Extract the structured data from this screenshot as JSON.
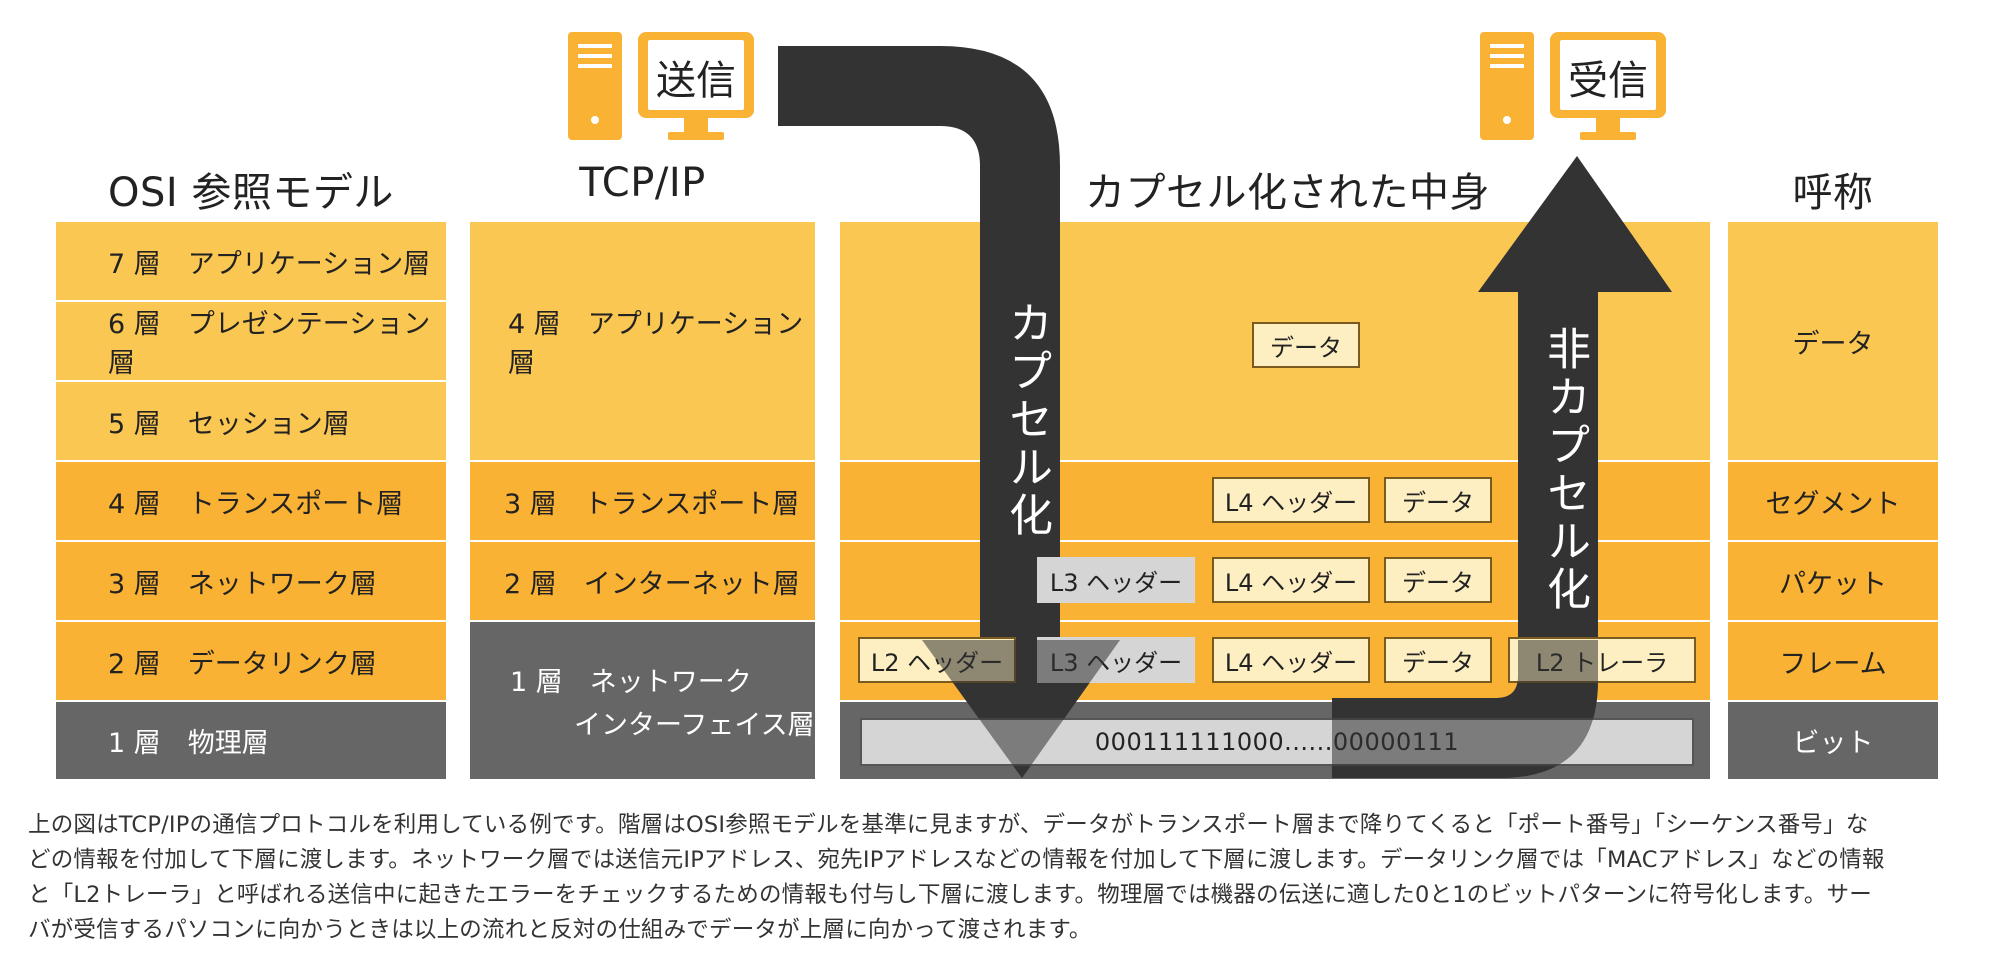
{
  "devices": {
    "send_label": "送信",
    "receive_label": "受信"
  },
  "columns": {
    "osi_title": "OSI 参照モデル",
    "tcp_title": "TCP/IP",
    "capsule_title": "カプセル化された中身",
    "name_title": "呼称"
  },
  "osi_layers": [
    "7 層　アプリケーション層",
    "6 層　プレゼンテーション層",
    "5 層　セッション層",
    "4 層　トランスポート層",
    "3 層　ネットワーク層",
    "2 層　データリンク層",
    "1 層　物理層"
  ],
  "tcp_layers": {
    "l4": "4 層　アプリケーション層",
    "l3": "3 層　トランスポート層",
    "l2": "2 層　インターネット層",
    "l1_line1": "1 層　ネットワーク",
    "l1_line2": "インターフェイス層"
  },
  "capsule": {
    "data": "データ",
    "l4_header": "L4 ヘッダー",
    "l3_header": "L3 ヘッダー",
    "l2_header": "L2 ヘッダー",
    "l2_trailer": "L2 トレーラ",
    "bits": "000111111000......00000111"
  },
  "arrows": {
    "encapsulation": "カプセル化",
    "decapsulation": "非カプセル化"
  },
  "names": [
    "データ",
    "セグメント",
    "パケット",
    "フレーム",
    "ビット"
  ],
  "caption": [
    "上の図はTCP/IPの通信プロトコルを利用している例です。階層はOSI参照モデルを基準に見ますが、データがトランスポート層まで降りてくると「ポート番号」「シーケンス番号」な",
    "どの情報を付加して下層に渡します。ネットワーク層では送信元IPアドレス、宛先IPアドレスなどの情報を付加して下層に渡します。データリンク層では「MACアドレス」などの情報",
    "と「L2トレーラ」と呼ばれる送信中に起きたエラーをチェックするための情報も付与し下層に渡します。物理層では機器の伝送に適した0と1のビットパターンに符号化します。サー",
    "バが受信するパソコンに向かうときは以上の流れと反対の仕組みでデータが上層に向かって渡されます。"
  ],
  "colors": {
    "layer_light": "#fbc753",
    "layer_mid": "#f9b233",
    "layer_dark": "#666666",
    "arrow": "#333333",
    "device": "#f9b233"
  }
}
